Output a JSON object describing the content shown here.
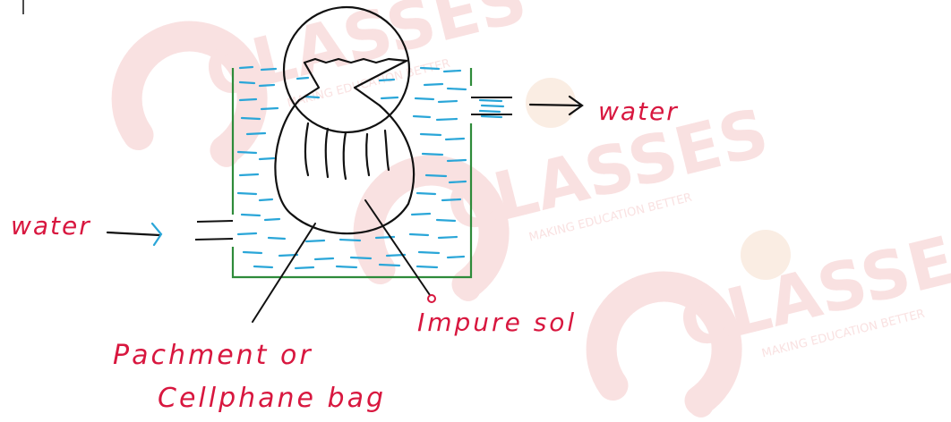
{
  "labels": {
    "water_out": "water",
    "water_in": "water",
    "impure": "Impure sol",
    "bag_line1": "Pachment or",
    "bag_line2": "Cellphane bag"
  },
  "watermark": {
    "brand": "CLASSES",
    "tagline": "MAKING EDUCATION BETTER"
  },
  "colors": {
    "ink": "#111111",
    "container": "#2e8b3a",
    "water": "#2aa6d8",
    "label": "#d8173f",
    "watermark": "#f5c9c9",
    "watermark_icon": "#f6dcc8"
  }
}
